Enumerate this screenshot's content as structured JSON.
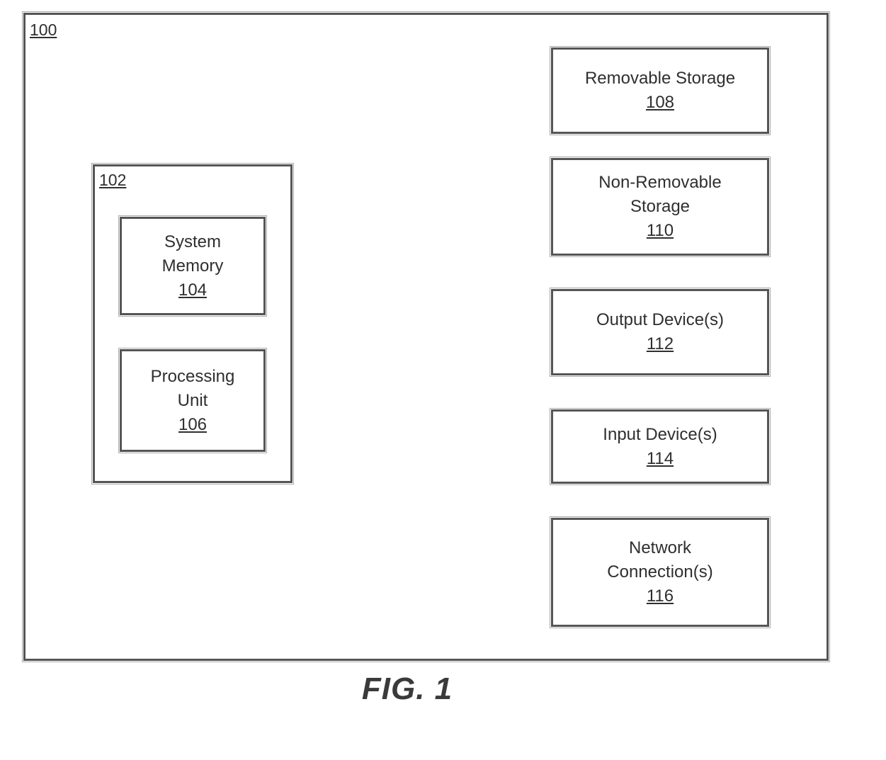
{
  "figure": {
    "caption": "FIG. 1",
    "device": {
      "ref": "100"
    },
    "core": {
      "ref": "102",
      "blocks": [
        {
          "lines": [
            "System",
            "Memory"
          ],
          "ref": "104"
        },
        {
          "lines": [
            "Processing",
            "Unit"
          ],
          "ref": "106"
        }
      ]
    },
    "peripherals": [
      {
        "lines": [
          "Removable Storage"
        ],
        "ref": "108"
      },
      {
        "lines": [
          "Non-Removable",
          "Storage"
        ],
        "ref": "110"
      },
      {
        "lines": [
          "Output Device(s)"
        ],
        "ref": "112"
      },
      {
        "lines": [
          "Input Device(s)"
        ],
        "ref": "114"
      },
      {
        "lines": [
          "Network",
          "Connection(s)"
        ],
        "ref": "116"
      }
    ]
  }
}
